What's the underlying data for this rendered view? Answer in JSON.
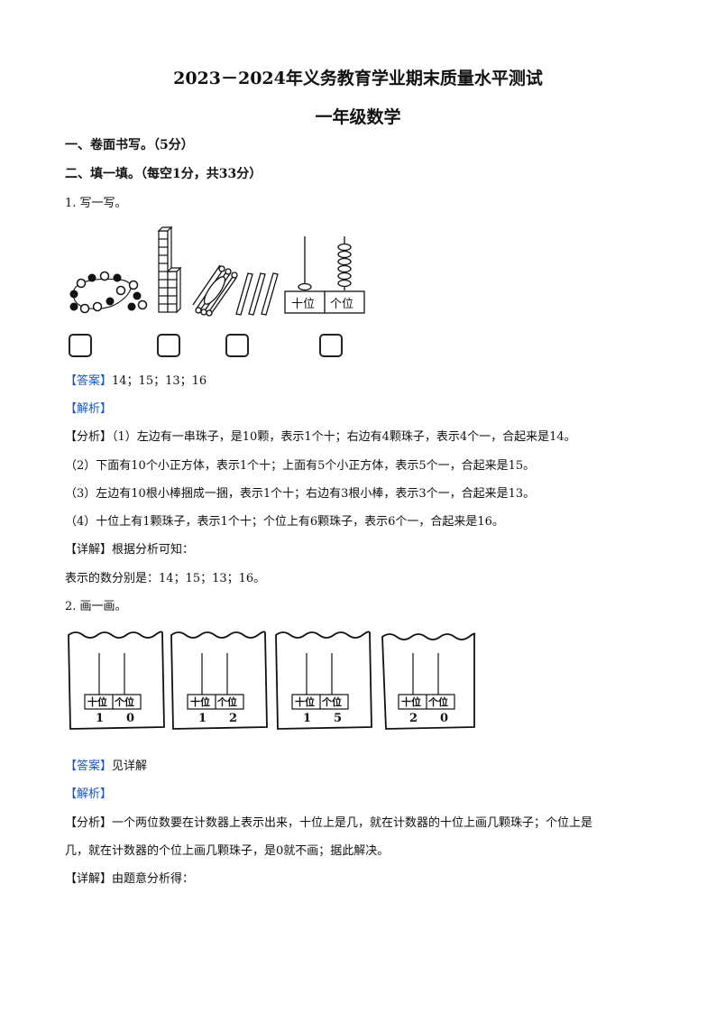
{
  "title": "2023－2024年义务教育学业期末质量水平测试",
  "subtitle": "一年级数学",
  "sections": {
    "s1": "一、卷面书写。（5分）",
    "s2": "二、填一填。（每空1分，共33分）"
  },
  "q1": {
    "prompt": "1. 写一写。",
    "abacus_labels": [
      "十位",
      "个位"
    ],
    "answer_tag": "【答案】",
    "answer": "14；15；13；16",
    "analysis_tag": "【解析】",
    "fenxi_tag": "【分析】",
    "lines": [
      "（1）左边有一串珠子，是10颗，表示1个十；右边有4颗珠子，表示4个一，合起来是14。",
      "（2）下面有10个小正方体，表示1个十；上面有5个小正方体，表示5个一，合起来是15。",
      "（3）左边有10根小棒捆成一捆，表示1个十；右边有3根小棒，表示3个一，合起来是13。",
      "（4）十位上有1颗珠子，表示1个十；个位上有6颗珠子，表示6个一，合起来是16。"
    ],
    "detail_tag": "【详解】",
    "detail": "根据分析可知：",
    "result": "表示的数分别是：14；15；13；16。"
  },
  "q2": {
    "prompt": "2. 画一画。",
    "counters": [
      {
        "tens": "1",
        "ones": "0"
      },
      {
        "tens": "1",
        "ones": "2"
      },
      {
        "tens": "1",
        "ones": "5"
      },
      {
        "tens": "2",
        "ones": "0"
      }
    ],
    "labels": [
      "十位",
      "个位"
    ],
    "answer_tag": "【答案】",
    "answer": "见详解",
    "analysis_tag": "【解析】",
    "fenxi_tag": "【分析】",
    "fenxi_line1": "一个两位数要在计数器上表示出来，十位上是几，就在计数器的十位上画几颗珠子；个位上是",
    "fenxi_line2": "几，就在计数器的个位上画几颗珠子，是0就不画；据此解决。",
    "detail_tag": "【详解】",
    "detail": "由题意分析得："
  }
}
